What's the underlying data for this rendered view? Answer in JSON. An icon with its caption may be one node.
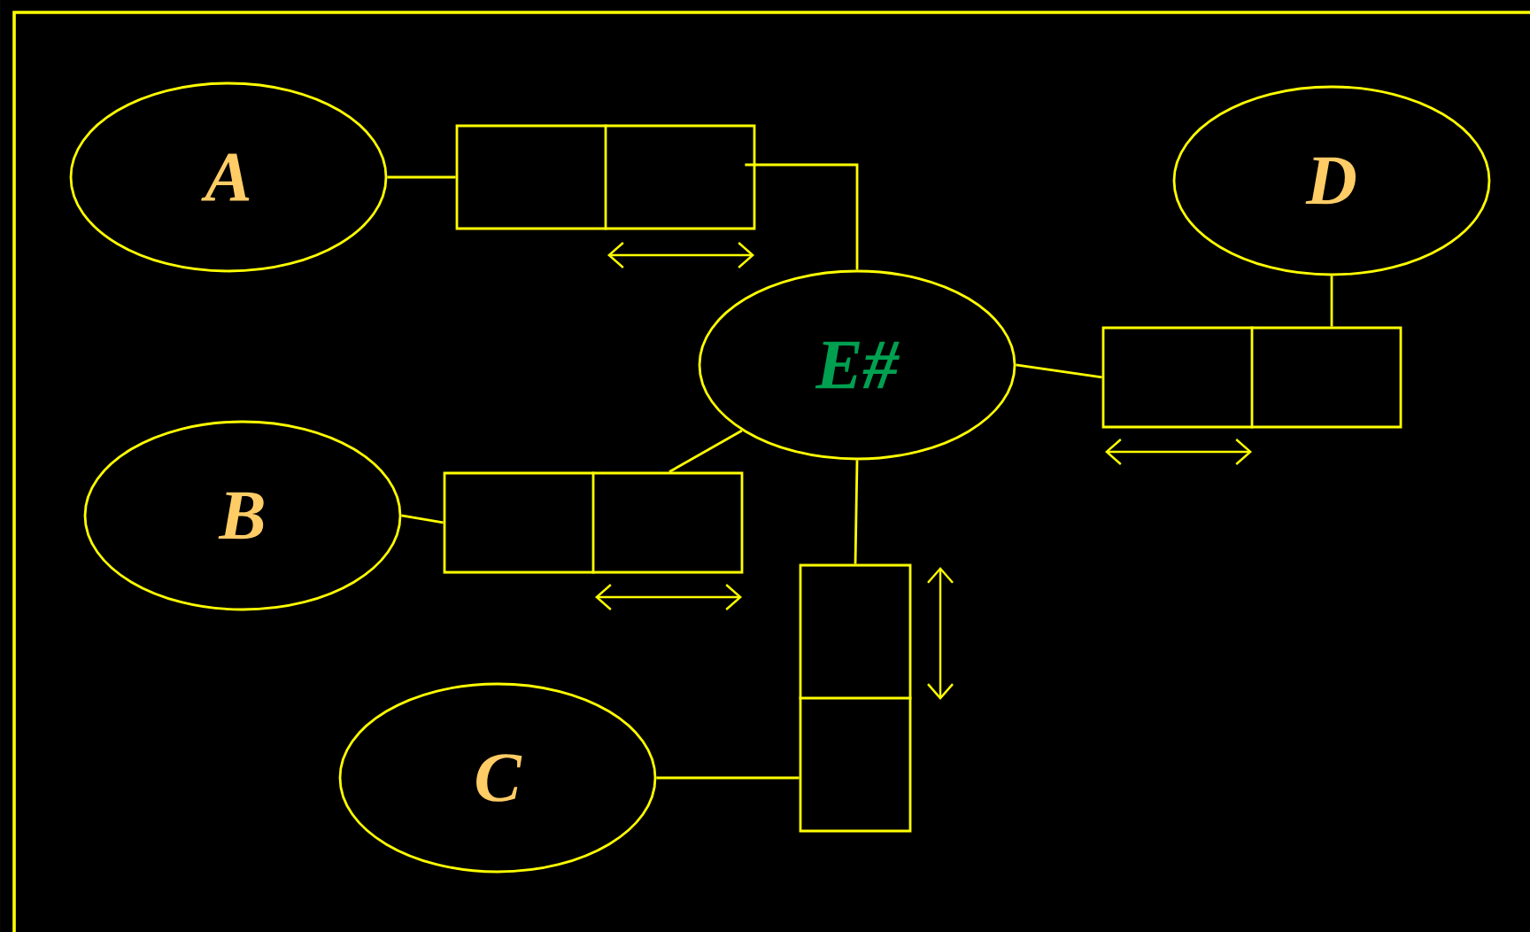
{
  "diagram": {
    "nodes": [
      {
        "text": [
          "A"
        ]
      },
      {
        "text": [],
        "shape": "box"
      },
      {
        "text": [
          "D"
        ]
      },
      {
        "text": [
          "E#"
        ]
      },
      {
        "text": [],
        "shape": "box"
      },
      {
        "text": [
          "B"
        ]
      },
      {
        "text": [],
        "shape": "box"
      },
      {
        "text": [],
        "shape": "box"
      },
      {
        "text": [
          "C"
        ]
      }
    ],
    "edges": [
      {
        "from": 0,
        "to": 1,
        "arrow": "none"
      },
      {
        "from": 1,
        "to": 3,
        "arrow": "none"
      },
      {
        "from": 3,
        "to": 4,
        "arrow": "none"
      },
      {
        "from": 4,
        "to": 2,
        "arrow": "none"
      },
      {
        "from": 5,
        "to": 6,
        "arrow": "none"
      },
      {
        "from": 6,
        "to": 3,
        "arrow": "none"
      },
      {
        "from": 3,
        "to": 7,
        "arrow": "none"
      },
      {
        "from": 8,
        "to": 7,
        "arrow": "none"
      }
    ]
  }
}
